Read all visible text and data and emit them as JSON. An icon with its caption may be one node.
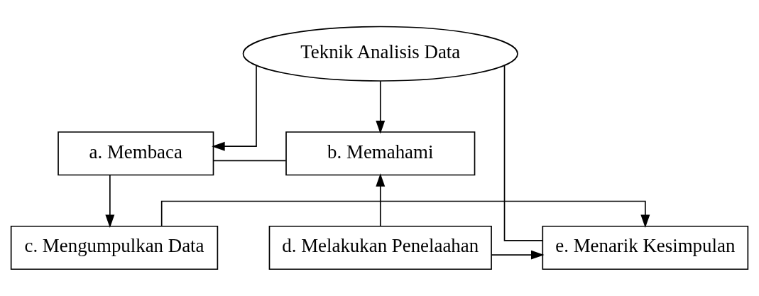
{
  "diagram": {
    "nodes": [
      {
        "text": [
          "Teknik Analisis Data"
        ]
      },
      {
        "text": [
          "a. Membaca"
        ]
      },
      {
        "text": [
          "b. Memahami"
        ]
      },
      {
        "text": [
          "c. Mengumpulkan Data"
        ]
      },
      {
        "text": [
          "e. Menarik Kesimpulan"
        ]
      },
      {
        "text": [
          "d. Melakukan Penelaahan"
        ]
      }
    ],
    "edges": [
      {
        "from": 0,
        "to": 1,
        "arrow": "to"
      },
      {
        "from": 0,
        "to": 2,
        "arrow": "to"
      },
      {
        "from": 0,
        "to": 4,
        "arrow": "none"
      },
      {
        "from": 1,
        "to": 2,
        "arrow": "none"
      },
      {
        "from": 1,
        "to": 3,
        "arrow": "to"
      },
      {
        "from": 3,
        "to": 4,
        "arrow": "to"
      },
      {
        "from": 5,
        "to": 4,
        "arrow": "to"
      },
      {
        "from": 5,
        "to": 2,
        "arrow": "to"
      }
    ]
  }
}
